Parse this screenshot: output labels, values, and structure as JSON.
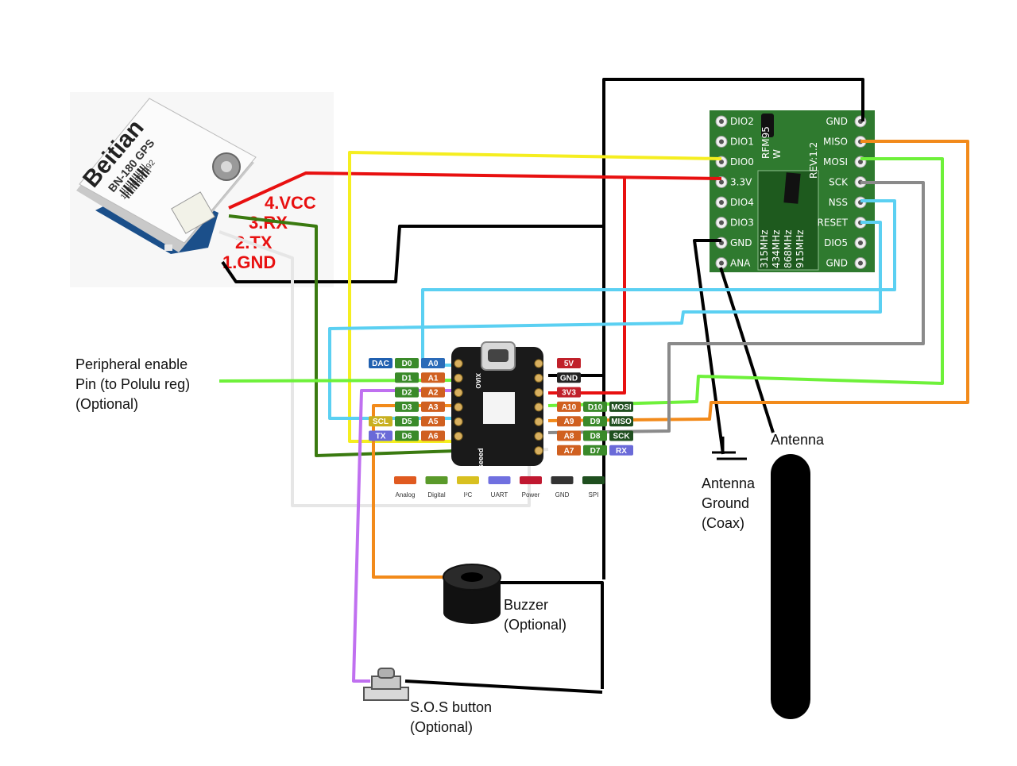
{
  "gps_module": {
    "brand": "Beitian",
    "model": "BN-180 GPS",
    "serial": "16040857192",
    "pin_labels": [
      "4.VCC",
      "3.RX",
      "2.TX",
      "1.GND"
    ]
  },
  "rfm95": {
    "left_pins": [
      "DIO2",
      "DIO1",
      "DIO0",
      "3.3V",
      "DIO4",
      "DIO3",
      "GND",
      "ANA"
    ],
    "right_pins": [
      "GND",
      "MISO",
      "MOSI",
      "SCK",
      "NSS",
      "RESET",
      "DIO5",
      "GND"
    ],
    "chip_text": [
      "RFM95",
      "W",
      "REV:1.2"
    ],
    "freq_labels": [
      "315MHz",
      "434MHz",
      "868MHz",
      "915MHz"
    ]
  },
  "xiao": {
    "brand": "seeed",
    "side_label": "XIAO",
    "left_pins": [
      {
        "tags": [
          "DAC",
          "D0",
          "A0"
        ],
        "colors": [
          "#2060b0",
          "#3a8a2a",
          "#2a6ab8"
        ]
      },
      {
        "tags": [
          "D1",
          "A1"
        ],
        "colors": [
          "#3a8a2a",
          "#d06020"
        ]
      },
      {
        "tags": [
          "D2",
          "A2"
        ],
        "colors": [
          "#3a8a2a",
          "#d06020"
        ]
      },
      {
        "tags": [
          "D3",
          "A3"
        ],
        "colors": [
          "#3a8a2a",
          "#d06020"
        ]
      },
      {
        "tags": [
          "SCL",
          "D5",
          "A5"
        ],
        "colors": [
          "#c8b020",
          "#3a8a2a",
          "#d06020"
        ]
      },
      {
        "tags": [
          "TX",
          "D6",
          "A6"
        ],
        "colors": [
          "#6a6ad8",
          "#3a8a2a",
          "#d06020"
        ]
      }
    ],
    "right_pins": [
      {
        "tags": [
          "5V"
        ],
        "colors": [
          "#c0202a"
        ]
      },
      {
        "tags": [
          "GND"
        ],
        "colors": [
          "#222222"
        ]
      },
      {
        "tags": [
          "3V3"
        ],
        "colors": [
          "#c0202a"
        ]
      },
      {
        "tags": [
          "A10",
          "D10",
          "MOSI"
        ],
        "colors": [
          "#d06020",
          "#3a8a2a",
          "#1f4f1f"
        ]
      },
      {
        "tags": [
          "A9",
          "D9",
          "MISO"
        ],
        "colors": [
          "#d06020",
          "#3a8a2a",
          "#1f4f1f"
        ]
      },
      {
        "tags": [
          "A8",
          "D8",
          "SCK"
        ],
        "colors": [
          "#d06020",
          "#3a8a2a",
          "#1f4f1f"
        ]
      },
      {
        "tags": [
          "A7",
          "D7",
          "RX"
        ],
        "colors": [
          "#d06020",
          "#3a8a2a",
          "#6a6ad8"
        ]
      }
    ],
    "legend": [
      {
        "label": "Analog",
        "color": "#e05a20"
      },
      {
        "label": "Digital",
        "color": "#5a9a2a"
      },
      {
        "label": "I²C",
        "color": "#d8c020"
      },
      {
        "label": "UART",
        "color": "#7070e0"
      },
      {
        "label": "Power",
        "color": "#c01830"
      },
      {
        "label": "GND",
        "color": "#333333"
      },
      {
        "label": "SPI",
        "color": "#1f4f1f"
      }
    ]
  },
  "labels": {
    "peripheral": [
      "Peripheral enable",
      "Pin (to Polulu reg)",
      "(Optional)"
    ],
    "antenna": "Antenna",
    "antenna_ground": [
      "Antenna",
      "Ground",
      "(Coax)"
    ],
    "buzzer": [
      "Buzzer",
      "(Optional)"
    ],
    "sos": [
      "S.O.S button",
      "(Optional)"
    ]
  },
  "wire_colors": {
    "red": "#e81010",
    "black": "#000000",
    "yellow": "#f5ee20",
    "dark_green": "#3a7a10",
    "white": "#e6e6e6",
    "cyan": "#5bd0f2",
    "light_green": "#6ef13a",
    "orange": "#f28a1a",
    "gray": "#8a8a8a",
    "purple": "#c070f0"
  }
}
